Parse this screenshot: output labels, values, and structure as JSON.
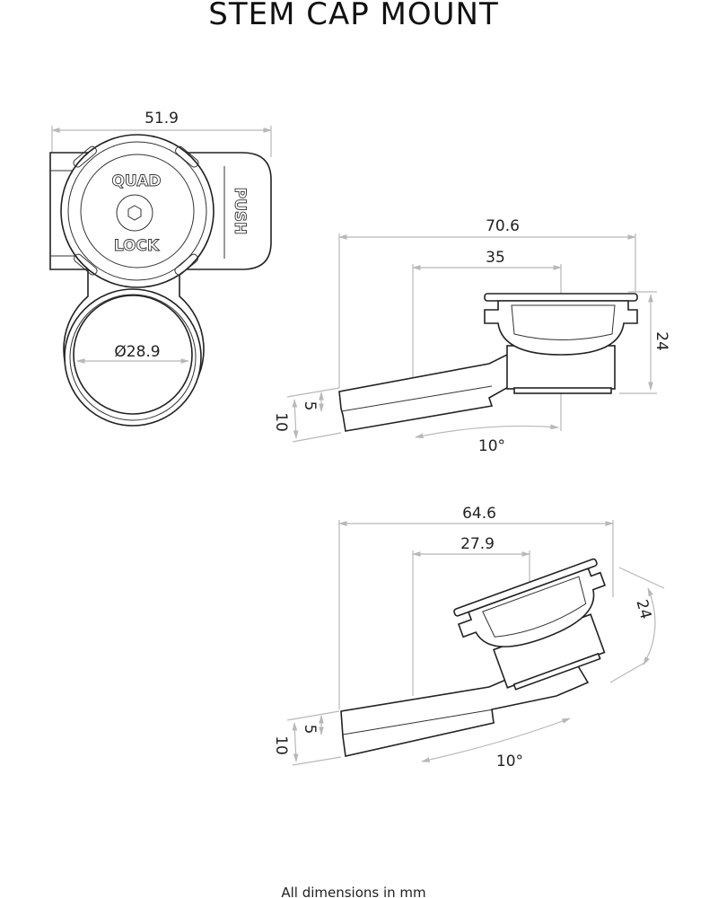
{
  "title": "STEM CAP MOUNT",
  "top_view": {
    "width_dim": "51.9",
    "diameter_dim": "Ø28.9",
    "logo_top": "QUAD",
    "logo_bottom": "LOCK",
    "push_label": "PUSH"
  },
  "side_view_1": {
    "length_dim": "70.6",
    "offset_dim": "35",
    "height_dim": "24",
    "thin_dim": "5",
    "thick_dim": "10",
    "angle_dim": "10°"
  },
  "side_view_2": {
    "length_dim": "64.6",
    "offset_dim": "27.9",
    "height_dim": "24",
    "thin_dim": "5",
    "thick_dim": "10",
    "angle_dim": "10°"
  },
  "footer": "All dimensions in mm"
}
